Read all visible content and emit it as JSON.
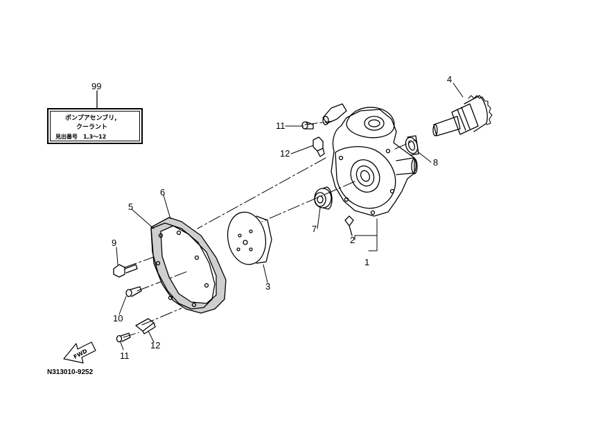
{
  "callouts": {
    "c99": "99",
    "c4": "4",
    "c11_top": "11",
    "c12_top": "12",
    "c8": "8",
    "c6": "6",
    "c5": "5",
    "c7": "7",
    "c2": "2",
    "c1": "1",
    "c9": "9",
    "c3": "3",
    "c10": "10",
    "c12_bottom": "12",
    "c11_bottom": "11"
  },
  "legend": {
    "line1": "ポンプアセンブリ,",
    "line2": "クーラント",
    "line3": "見出番号　1,3〜12"
  },
  "fwd_label": "FWD",
  "part_code": "N313010-9252",
  "colors": {
    "ink": "#000000",
    "paper": "#ffffff",
    "gasket_fill": "#cfcfcf"
  }
}
